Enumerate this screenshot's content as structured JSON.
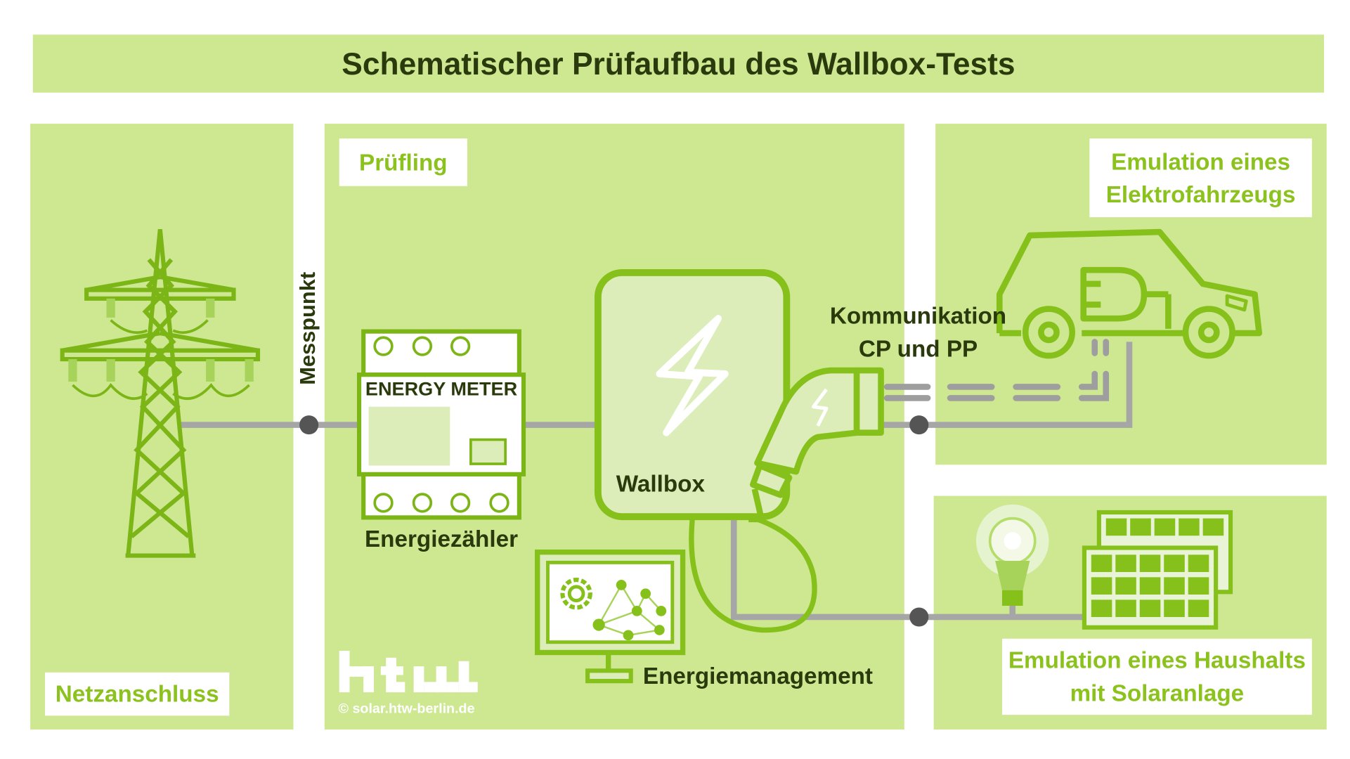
{
  "title": "Schematischer Prüfaufbau des Wallbox-Tests",
  "labels": {
    "pruefling": "Prüfling",
    "ev_line1": "Emulation eines",
    "ev_line2": "Elektrofahrzeugs",
    "netz": "Netzanschluss",
    "home_line1": "Emulation eines Haushalts",
    "home_line2": "mit Solaranlage",
    "messpunkt": "Messpunkt",
    "energy_meter": "ENERGY METER",
    "energiezaehler": "Energiezähler",
    "wallbox": "Wallbox",
    "komm_line1": "Kommunikation",
    "komm_line2": "CP und PP",
    "energiemanagement": "Energiemanagement",
    "copyright": "© solar.htw-berlin.de",
    "logo": "htw"
  },
  "colors": {
    "panel": "#cde891",
    "accent": "#86c11b",
    "text": "#2b3a0d",
    "wire": "#a6a6a6",
    "node": "#555555"
  }
}
